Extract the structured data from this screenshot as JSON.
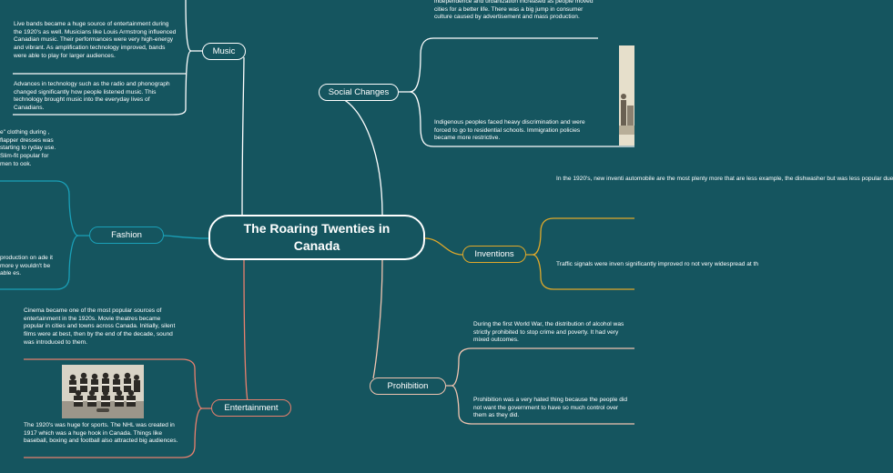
{
  "central_topic": "The Roaring Twenties in Canada",
  "colors": {
    "background": "#15555f",
    "music": "#ffffff",
    "social": "#ffffff",
    "fashion": "#1aa0b8",
    "inventions": "#e0a92a",
    "entertainment": "#e8806e",
    "prohibition": "#f0c4b0"
  },
  "branches": {
    "music": {
      "label": "Music",
      "notes": [
        "Live bands became a huge source of entertainment during the 1920's as well. Musicians like Louis Armstrong influenced Canadian music. Their performances were very high-energy and vibrant. As amplification technology improved, bands were able to play for larger audiences.",
        "Advances in technology such as the radio and phonograph changed significantly how people listened music. This technology brought music into the everyday lives of Canadians."
      ]
    },
    "social_changes": {
      "label": "Social Changes",
      "notes": [
        "independence and urbanization increased as people moved cities for a better life. There was a big jump in consumer culture caused by advertisement and mass production.",
        "Indigenous peoples faced heavy discrimination and were forced to go to residential schools. Immigration policies became more restrictive."
      ]
    },
    "fashion": {
      "label": "Fashion",
      "notes": [
        "e\" clothing during , flapper dresses was starting to ryday use. Slim-fit popular for men to ook.",
        "production on ade it more y wouldn't be able es."
      ]
    },
    "inventions": {
      "label": "Inventions",
      "notes": [
        "In the 1920's, new inventi automobile are the most plenty more that are less example, the dishwasher but was less popular due",
        "Traffic signals were inven significantly improved ro not very widespread at th"
      ]
    },
    "entertainment": {
      "label": "Entertainment",
      "notes": [
        "Cinema became one of the most popular sources of entertainment in the 1920s. Movie theatres became popular in cities and towns across Canada. Initially, silent films were at best, then by the end of the decade, sound was introduced to them.",
        "The 1920's was huge for sports. The NHL was created in 1917 which was a huge hook in Canada. Things like baseball, boxing and football also attracted big audiences."
      ]
    },
    "prohibition": {
      "label": "Prohibition",
      "notes": [
        "During the first World War, the distribution of alcohol was strictly prohibited to stop crime and poverty. It had very mixed outcomes.",
        "Prohibition was a very hated thing because the people did not want the government to have so much control over them as they did."
      ]
    }
  }
}
